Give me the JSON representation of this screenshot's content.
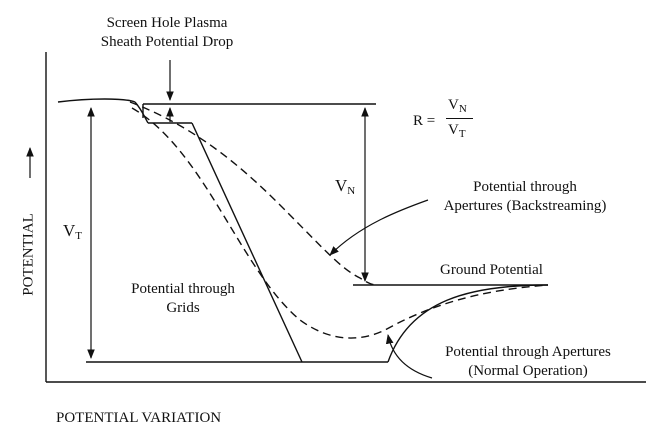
{
  "labels": {
    "sheath_line1": "Screen Hole Plasma",
    "sheath_line2": "Sheath Potential Drop",
    "ratio_r": "R =",
    "ratio_num_base": "V",
    "ratio_num_sub": "N",
    "ratio_den_base": "V",
    "ratio_den_sub": "T",
    "vn_base": "V",
    "vn_sub": "N",
    "vt_base": "V",
    "vt_sub": "T",
    "backstream_line1": "Potential through",
    "backstream_line2": "Apertures (Backstreaming)",
    "ground": "Ground Potential",
    "grids_line1": "Potential through",
    "grids_line2": "Grids",
    "normal_line1": "Potential through Apertures",
    "normal_line2": "(Normal Operation)",
    "y_axis": "POTENTIAL",
    "x_axis": "POTENTIAL VARIATION"
  },
  "colors": {
    "ink": "#111111",
    "background": "#ffffff"
  }
}
